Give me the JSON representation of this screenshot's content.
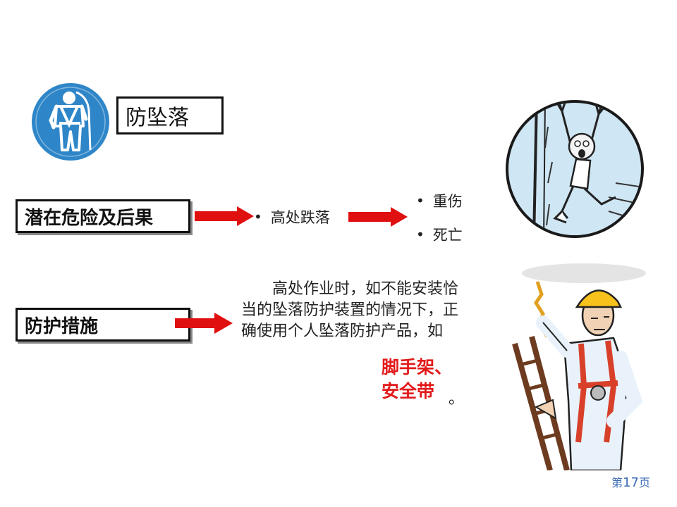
{
  "title": {
    "text": "防坠落",
    "icon": "fall-protection-harness-icon",
    "icon_bg": "#2e86c8"
  },
  "risk": {
    "label": "潜在危险及后果",
    "cause": "高处跌落",
    "consequences": [
      "重伤",
      "死亡"
    ]
  },
  "measure": {
    "label": "防护措施",
    "text": "高处作业时，如不能安装恰当的坠落防护装置的情况下，正确使用个人坠落防护产品，如",
    "highlight_line1": "脚手架、",
    "highlight_line2": "安全带",
    "end_punct": "。"
  },
  "images": {
    "falling": "falling-worker-cartoon",
    "climbing": "harness-worker-ladder-cartoon"
  },
  "page": {
    "prefix": "第",
    "number": "17",
    "suffix": "页"
  },
  "colors": {
    "arrow": "#e01010",
    "highlight": "#e21a1a",
    "page_num": "#3a6bb3"
  }
}
